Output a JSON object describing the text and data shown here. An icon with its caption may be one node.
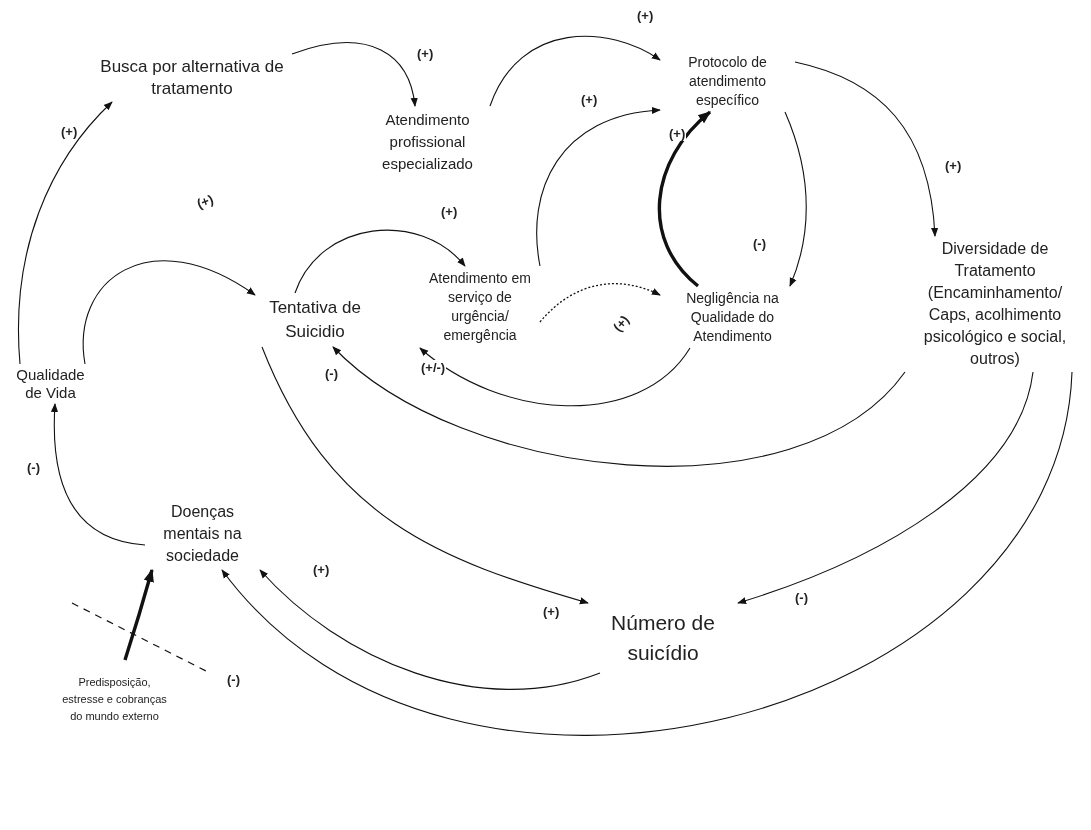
{
  "diagram": {
    "nodes": [
      {
        "text": [
          "Busca por alternativa de tratamento"
        ]
      },
      {
        "text": [
          "Atendimento profissional especializado"
        ]
      },
      {
        "text": [
          "Protocolo de atendimento específico"
        ]
      },
      {
        "text": [
          "Tentativa de Suicidio"
        ]
      },
      {
        "text": [
          "Atendimento em serviço de urgência/ emergência"
        ]
      },
      {
        "text": [
          "Negligência na Qualidade do Atendimento"
        ]
      },
      {
        "text": [
          "Diversidade de Tratamento (Encaminhamento/ Caps, acolhimento psicológico e social, outros)"
        ]
      },
      {
        "text": [
          "Qualidade de Vida"
        ]
      },
      {
        "text": [
          "Doenças mentais na sociedade"
        ]
      },
      {
        "text": [
          "Número de suicídio"
        ]
      },
      {
        "text": [
          "Predisposição, estresse e cobranças do mundo externo"
        ]
      }
    ],
    "edges": [
      {
        "from": 7,
        "to": 0,
        "arrow": "to",
        "label": "(+)"
      },
      {
        "from": 0,
        "to": 1,
        "arrow": "to",
        "label": "(+)"
      },
      {
        "from": 7,
        "to": 3,
        "arrow": "to",
        "label": "(+)"
      },
      {
        "from": 1,
        "to": 2,
        "arrow": "to",
        "label": "(+)"
      },
      {
        "from": 4,
        "to": 2,
        "arrow": "to",
        "label": "(+)"
      },
      {
        "from": 5,
        "to": 2,
        "arrow": "to",
        "label": "(+)",
        "style": "thick"
      },
      {
        "from": 2,
        "to": 5,
        "arrow": "to",
        "label": "(-)"
      },
      {
        "from": 2,
        "to": 6,
        "arrow": "to",
        "label": "(+)"
      },
      {
        "from": 3,
        "to": 4,
        "arrow": "to",
        "label": "(+)"
      },
      {
        "from": 4,
        "to": 5,
        "arrow": "to",
        "label": "(+)",
        "style": "dashed"
      },
      {
        "from": 5,
        "to": 4,
        "arrow": "to",
        "label": "(+/-)"
      },
      {
        "from": 6,
        "to": 3,
        "arrow": "to",
        "label": "(-)"
      },
      {
        "from": 6,
        "to": 9,
        "arrow": "to",
        "label": "(-)"
      },
      {
        "from": 6,
        "to": 8,
        "arrow": "to",
        "label": "(-)"
      },
      {
        "from": 3,
        "to": 9,
        "arrow": "to",
        "label": "(+)"
      },
      {
        "from": 9,
        "to": 8,
        "arrow": "to",
        "label": "(+)"
      },
      {
        "from": 8,
        "to": 7,
        "arrow": "to",
        "label": "(-)"
      },
      {
        "from": 10,
        "to": 8,
        "arrow": "to",
        "style": "thick"
      }
    ]
  }
}
